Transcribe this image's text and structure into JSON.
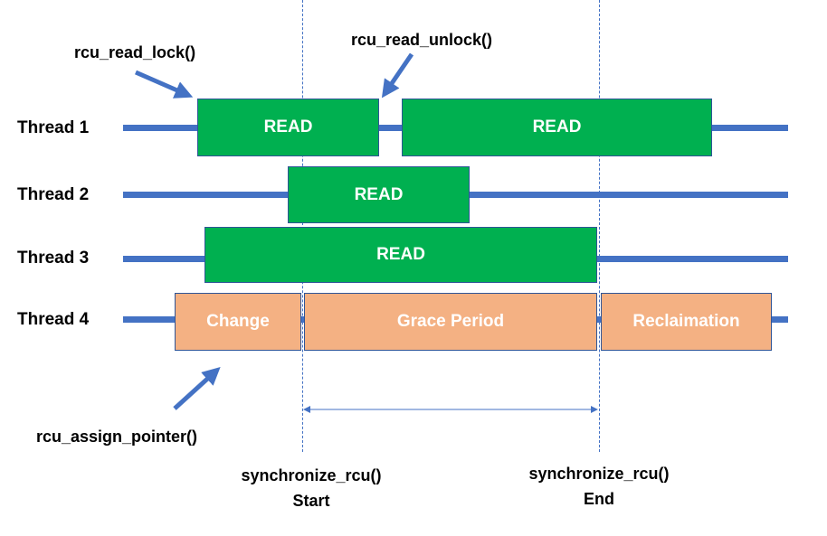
{
  "threads": [
    {
      "label": "Thread 1"
    },
    {
      "label": "Thread 2"
    },
    {
      "label": "Thread 3"
    },
    {
      "label": "Thread 4"
    }
  ],
  "boxes": {
    "t1_read_a": "READ",
    "t1_read_b": "READ",
    "t2_read": "READ",
    "t3_read": "READ",
    "t4_change": "Change",
    "t4_grace": "Grace Period",
    "t4_reclaim": "Reclaimation"
  },
  "calls": {
    "read_lock": "rcu_read_lock()",
    "read_unlock": "rcu_read_unlock()",
    "assign_pointer": "rcu_assign_pointer()"
  },
  "sync": {
    "start_line1": "synchronize_rcu()",
    "start_line2": "Start",
    "end_line1": "synchronize_rcu()",
    "end_line2": "End"
  },
  "colors": {
    "timeline": "#4472c4",
    "read": "#00b050",
    "writer": "#f4b183"
  }
}
